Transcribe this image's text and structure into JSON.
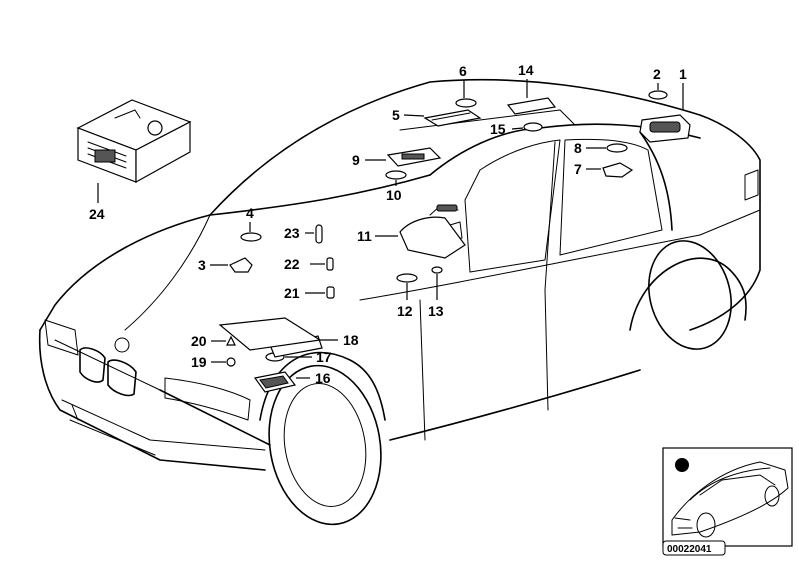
{
  "diagram": {
    "callouts": [
      "1",
      "2",
      "3",
      "4",
      "5",
      "6",
      "7",
      "8",
      "9",
      "10",
      "11",
      "12",
      "13",
      "14",
      "15",
      "16",
      "17",
      "18",
      "19",
      "20",
      "21",
      "22",
      "23",
      "24"
    ],
    "reference_number": "00022041"
  }
}
